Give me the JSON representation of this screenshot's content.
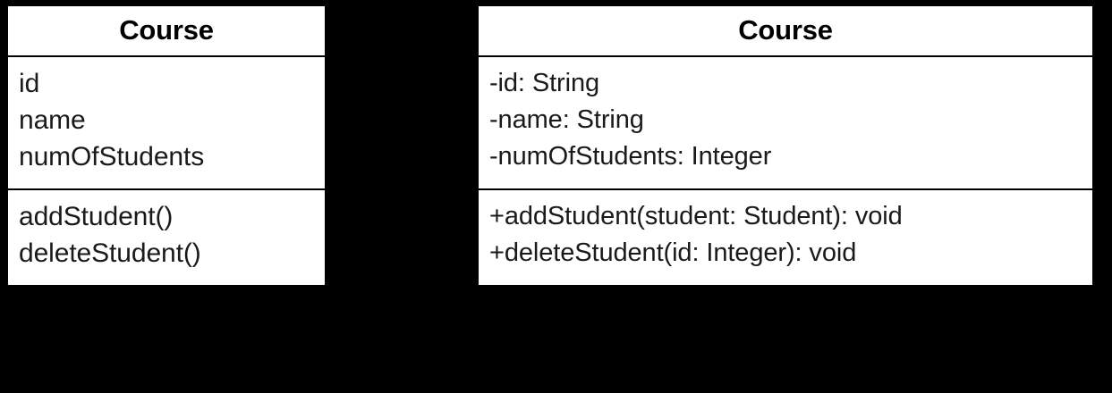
{
  "diagram": {
    "type": "uml-class-diagram",
    "background_color": "#000000",
    "box_fill_color": "#ffffff",
    "line_color": "#000000",
    "text_color": "#1a1a1a"
  },
  "classes": [
    {
      "id": "course-simple",
      "name": "Course",
      "attributes": [
        "id",
        "name",
        "numOfStudents"
      ],
      "operations": [
        "addStudent()",
        "deleteStudent()"
      ]
    },
    {
      "id": "course-detailed",
      "name": "Course",
      "attributes": [
        "-id: String",
        "-name: String",
        "-numOfStudents: Integer"
      ],
      "operations": [
        "+addStudent(student: Student): void",
        "+deleteStudent(id: Integer): void"
      ]
    }
  ]
}
